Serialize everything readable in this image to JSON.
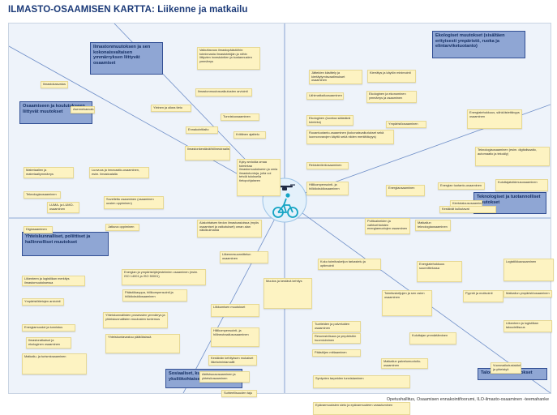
{
  "title": "ILMASTO-OSAAMISEN KARTTA: Liikenne ja matkailu",
  "footer": "Opetushallitus, Osaamisen ennakointifoorumi, ILO-ilmasto-osaaminen -teemahanke",
  "categories": {
    "climate_change": "Ilmastonmuutoksen ja sen kokonaisvaltaisen ymmärryksen liittyvät osaamiset",
    "education": "Osaamiseen ja koulutukseen liittyvät muutokset",
    "ecological": "Ekologiset muutokset (sisältäen erityisesti ympäristö, ruoka ja elintarviketuotanto)",
    "technological": "Teknologiset ja tuotannolliset muutokset",
    "societal": "Yhteiskunnalliset, poliittiset ja hallinnolliset muutokset",
    "economic": "Taloudelliset muutokset",
    "social": "Sosiaaliset, kulttuuriset ja yksilökohtaiset muutokset"
  },
  "notes": [
    "Ilmastokasvatus",
    "Asennekasvatus",
    "Vaikuttavuus ilmastopäästöihin: toiminnasta ilmastotekijän ja niihin liittyvien investointien ja kustannusten ymmärrys",
    "Ilmastonmuutosvaikutusten arviointi",
    "Yleinen ja oikea tieto",
    "Tunnistuosaaminen",
    "Kriittinen ajattelu",
    "Ennakointitaito",
    "Ilmastonkestävä/hiilineutraalisuus",
    "Materiaalien ja materiaaliymmärrys",
    "Luovuus ja innovaatio-osaaminen, esim. ilmastoalalla",
    "Teknologiaosaaminen",
    "LUMA- ja LUMO-osaaminen",
    "Digiosaaminen",
    "Sovellettu osaaminen (osaaminen uusien oppiminen)",
    "Jatkuva oppiminen",
    "Kyky arvioida omaa toimintaa ilmastomuutokseen ja omia ilmastotuntoja, joita voi tehdä tuloksella tietopohjaiseen",
    "Alakohtaisen tiedon ilmastoasioissa (myös osaamiset ja vaikutukset) oman alan näkökulmasta",
    "Jätteiden käsittely ja kiertäytymisvaatimukset osaaminen",
    "Kierrätys ja käytön minimointi",
    "Lähimatkailuosaaminen",
    "Ekologinen ja ekonominen ymmärrys ja osaaminen",
    "Ekologinen (luontoa säästävä toiminta)",
    "Ympäristöosaaminen",
    "Energiatehokkuus, sähköistettävyys osaaminen",
    "Ruoantuotanto-osaaminen (kokonaisvaikutukset sekä luonnonvarojen käyttö sekä niiden merkittävyys)",
    "Rekisteröintiosaaminen",
    "Hiilikompensointi- ja hiilidioksidiosaaminen",
    "Energiaosaaminen",
    "Energian tuotanto-osaaminen",
    "Kiertotalousosaaminen",
    "Teknologiaosaaminen (esim. digitalisaatio, automaatio ja tekoäly)",
    "Kuluttajatutkimusosaaminen",
    "Kestävät kulkutavat",
    "Polttoaineiden ja vaihtoehtoisten energiamuotojen osaaminen",
    "Matkailun teknologiaosaaminen",
    "Koko toimitusketjun tarkastelu ja optimointi",
    "Energiatehokkuus suunnittelussa",
    "Logistiikkaosaaminen",
    "Liikenteen ja logistiikan merkitys ilmastomuutoksessa",
    "Ympäristötietojen arviointi",
    "Energian ja ympäristöjärjestelmien osaaminen (esim. ISO 14001 ja ISO 50001)",
    "Päästökauppa, hiilikompensointi ja hiilidioksidiosaaminen",
    "Liikennesuunnittelun osaaminen",
    "Muutos ja kestävä kehitys",
    "Toimitusketjujen ja sen osien osaaminen",
    "Pyyntö ja motivointi",
    "Matkailun ympäristöosaaminen",
    "Liikenteen ja logistiikan taloudellisuus",
    "Energiamuodot ja tunnistus",
    "Yhteiskunnallisten prosessien ymmärrys ja yhteiskunnallisten muutosten tuntemus",
    "Ilmastoratkaisut ja ekologinen osaaminen",
    "Matkailu- ja turismiosaaminen",
    "Yhteiskuntavastuu päätöksissä",
    "Liikkumisen muutokset",
    "Tuotteiden ja palveluiden osaaminen",
    "Resurssiviisaus ja ympäristön huomioiminen",
    "Hiilikompensointi- ja hiilineutraaliusosaaminen",
    "Päästöjen mittaaminen",
    "Kuluttajan ymmärtäminen",
    "Vuorovaikutustaidot ja yhteistyö",
    "Matkailun palvelumuotoilu-osaaminen",
    "Syntyvien tarpeiden tunnistaminen",
    "Kestävän kehityksen mukaiset liiketoimintamallit",
    "Aktiivisuusosaaminen ja yhteisöosaaminen",
    "Suhteellisuuden taju",
    "Epävarmuuksien sieto ja epävarmuuteen varautuminen"
  ]
}
